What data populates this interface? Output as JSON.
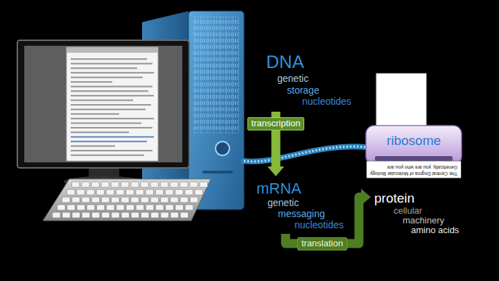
{
  "diagram": {
    "nodes": [
      {
        "text": [
          "DNA",
          "genetic",
          "storage",
          "nucleotides"
        ]
      },
      {
        "text": [
          "ribosome"
        ]
      },
      {
        "text": [
          "mRNA",
          "genetic",
          "messaging",
          "nucleotides"
        ]
      },
      {
        "text": [
          "protein",
          "cellular",
          "machinery",
          "amino acids"
        ]
      }
    ],
    "edges": [
      {
        "from": 0,
        "to": 2,
        "arrow": "to",
        "label": "transcription"
      },
      {
        "from": 2,
        "to": 3,
        "arrow": "to",
        "label": "translation"
      }
    ],
    "labels": [
      "The Central Dogma of Molecular Biology",
      "Genetically, you are who you are"
    ]
  }
}
